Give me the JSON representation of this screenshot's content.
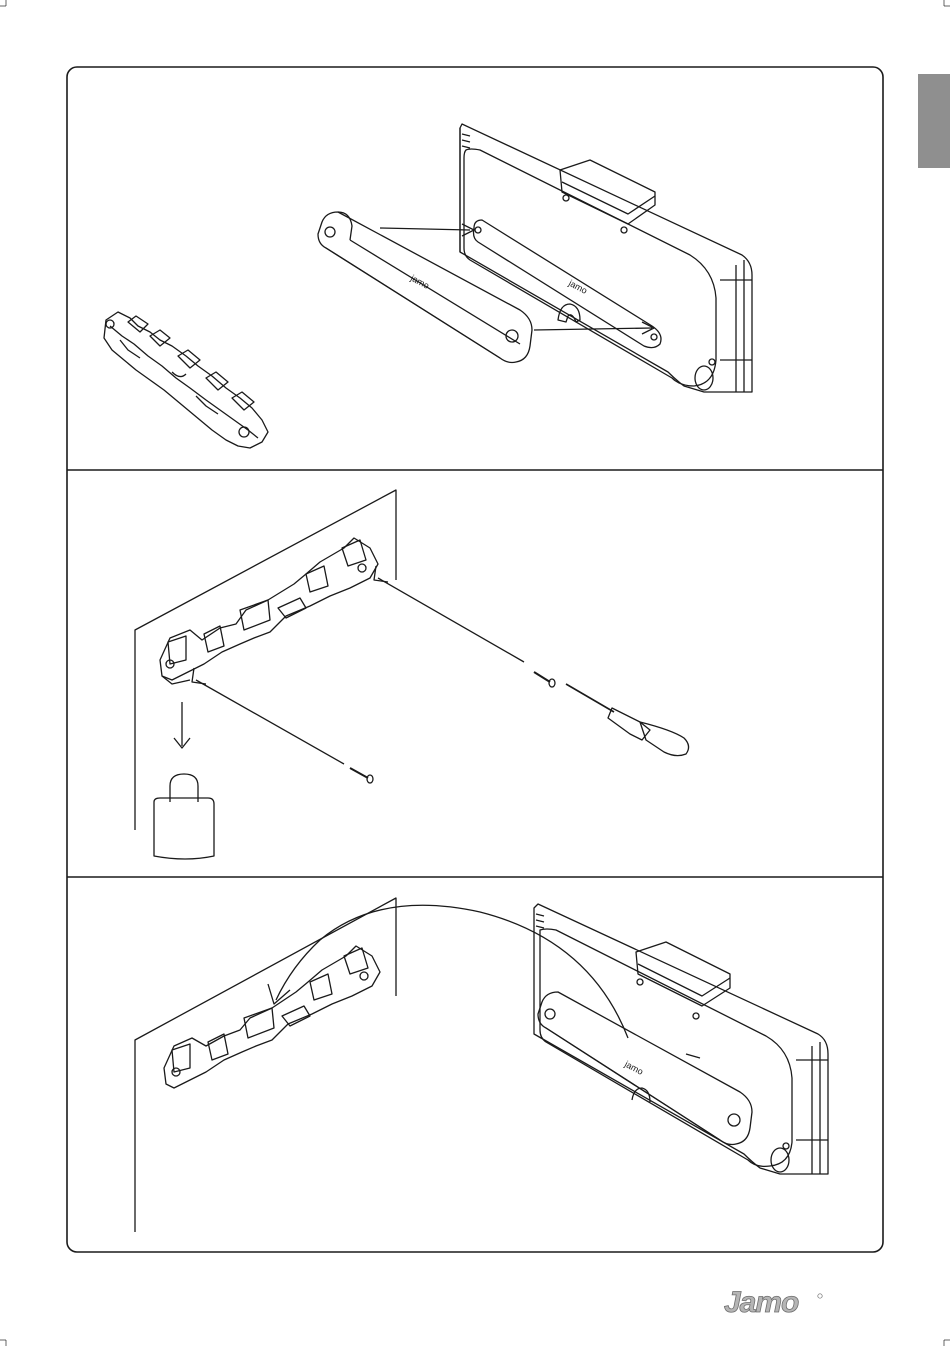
{
  "page": {
    "brand_text": "jamo",
    "logo_text": "Jamo",
    "colors": {
      "line": "#1a1a1a",
      "tab": "#8f8f8f",
      "logo_fill": "#b5b5b5",
      "paper": "#ffffff"
    }
  },
  "steps": [
    {
      "id": "step-1",
      "description_icon": "attach-bracket-to-speaker"
    },
    {
      "id": "step-2",
      "description_icon": "screw-bracket-to-wall"
    },
    {
      "id": "step-3",
      "description_icon": "hang-speaker-on-bracket"
    }
  ]
}
